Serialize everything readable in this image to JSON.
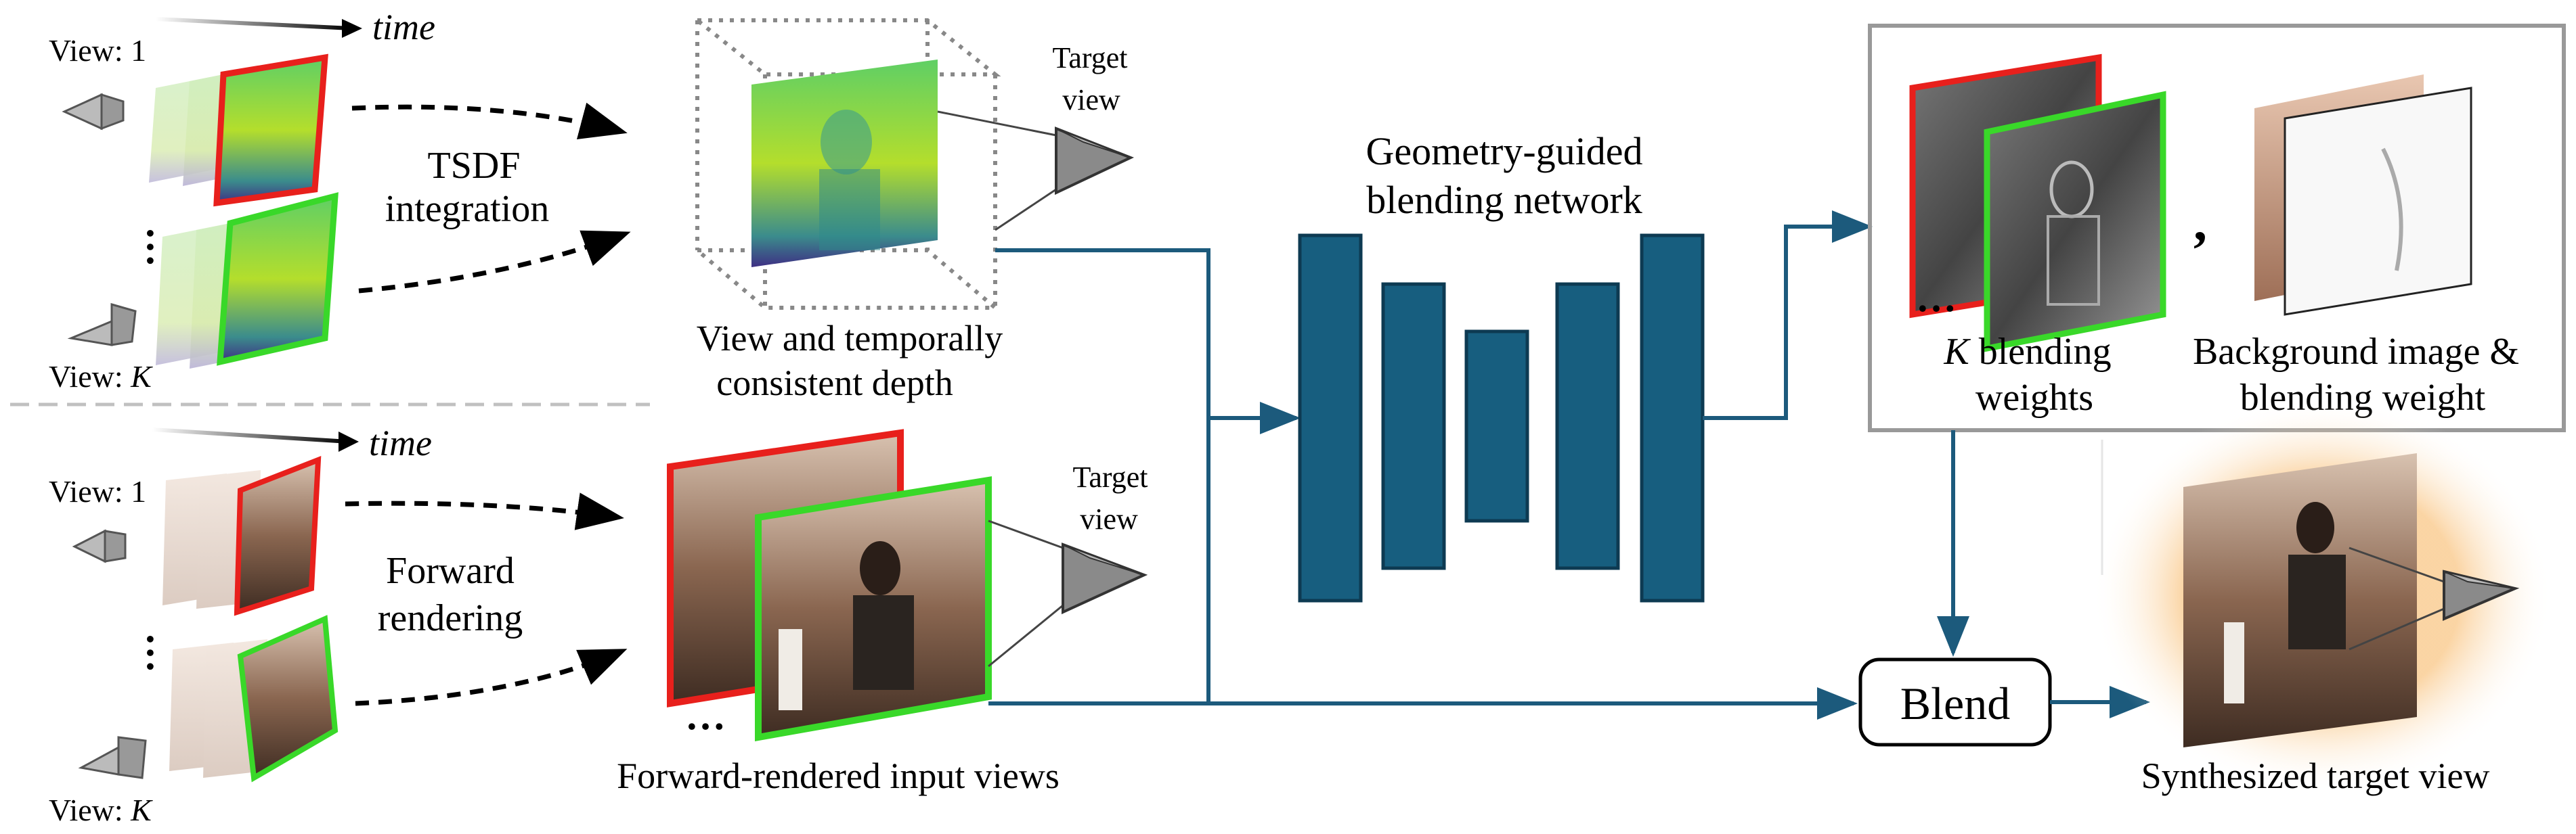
{
  "top_pipeline": {
    "time_label": "time",
    "view_first_label": "View: 1",
    "view_last_label": "View: ",
    "view_last_var": "K",
    "step_label_line1": "TSDF",
    "step_label_line2": "integration",
    "output_caption_line1": "View and temporally",
    "output_caption_line2": "consistent depth",
    "target_label_line1": "Target",
    "target_label_line2": "view"
  },
  "bottom_pipeline": {
    "time_label": "time",
    "view_first_label": "View: 1",
    "view_last_label": "View: ",
    "view_last_var": "K",
    "step_label_line1": "Forward",
    "step_label_line2": "rendering",
    "output_caption": "Forward-rendered input views",
    "target_label_line1": "Target",
    "target_label_line2": "view"
  },
  "network": {
    "title_line1": "Geometry-guided",
    "title_line2": "blending network"
  },
  "outputs": {
    "blend_weights_var": "K",
    "blend_weights_line1": " blending",
    "blend_weights_line2": "weights",
    "background_line1": "Background image &",
    "background_line2": "blending weight",
    "comma": ","
  },
  "blend": {
    "label": "Blend"
  },
  "result": {
    "caption": "Synthesized target view"
  },
  "colors": {
    "arrow": "#1c5a7c",
    "block_fill": "#175e7f",
    "block_stroke": "#0d3a52",
    "red_border": "#e8201c",
    "green_border": "#39d829",
    "box_border": "#999999",
    "divider": "#c0c0c0"
  },
  "icons": [
    "camera-icon",
    "depth-map-image",
    "rendered-view-image",
    "weight-map-image",
    "background-image"
  ]
}
